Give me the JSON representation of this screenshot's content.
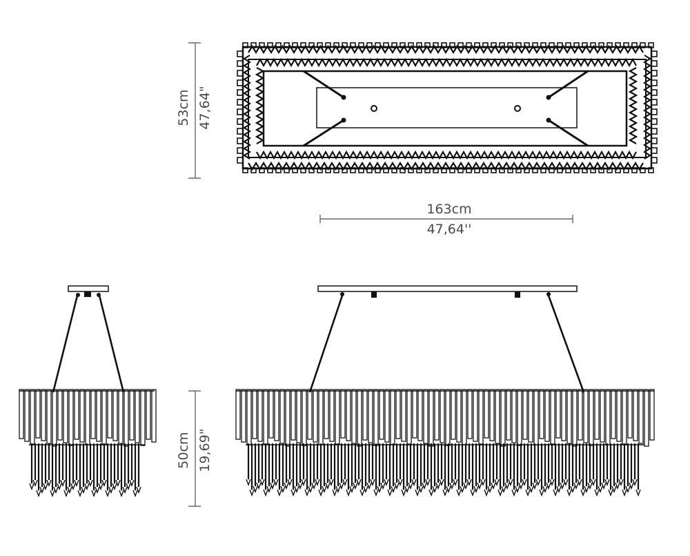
{
  "top_view": {
    "depth_cm": "53cm",
    "depth_in": "47,64\"",
    "width_cm": "163cm",
    "width_in": "47,64''"
  },
  "side_view": {
    "height_cm": "50cm",
    "height_in": "19,69\""
  },
  "colors": {
    "ink": "#111111",
    "dimension": "#6a6a6a",
    "label": "#4a4a4a",
    "background": "#ffffff"
  }
}
